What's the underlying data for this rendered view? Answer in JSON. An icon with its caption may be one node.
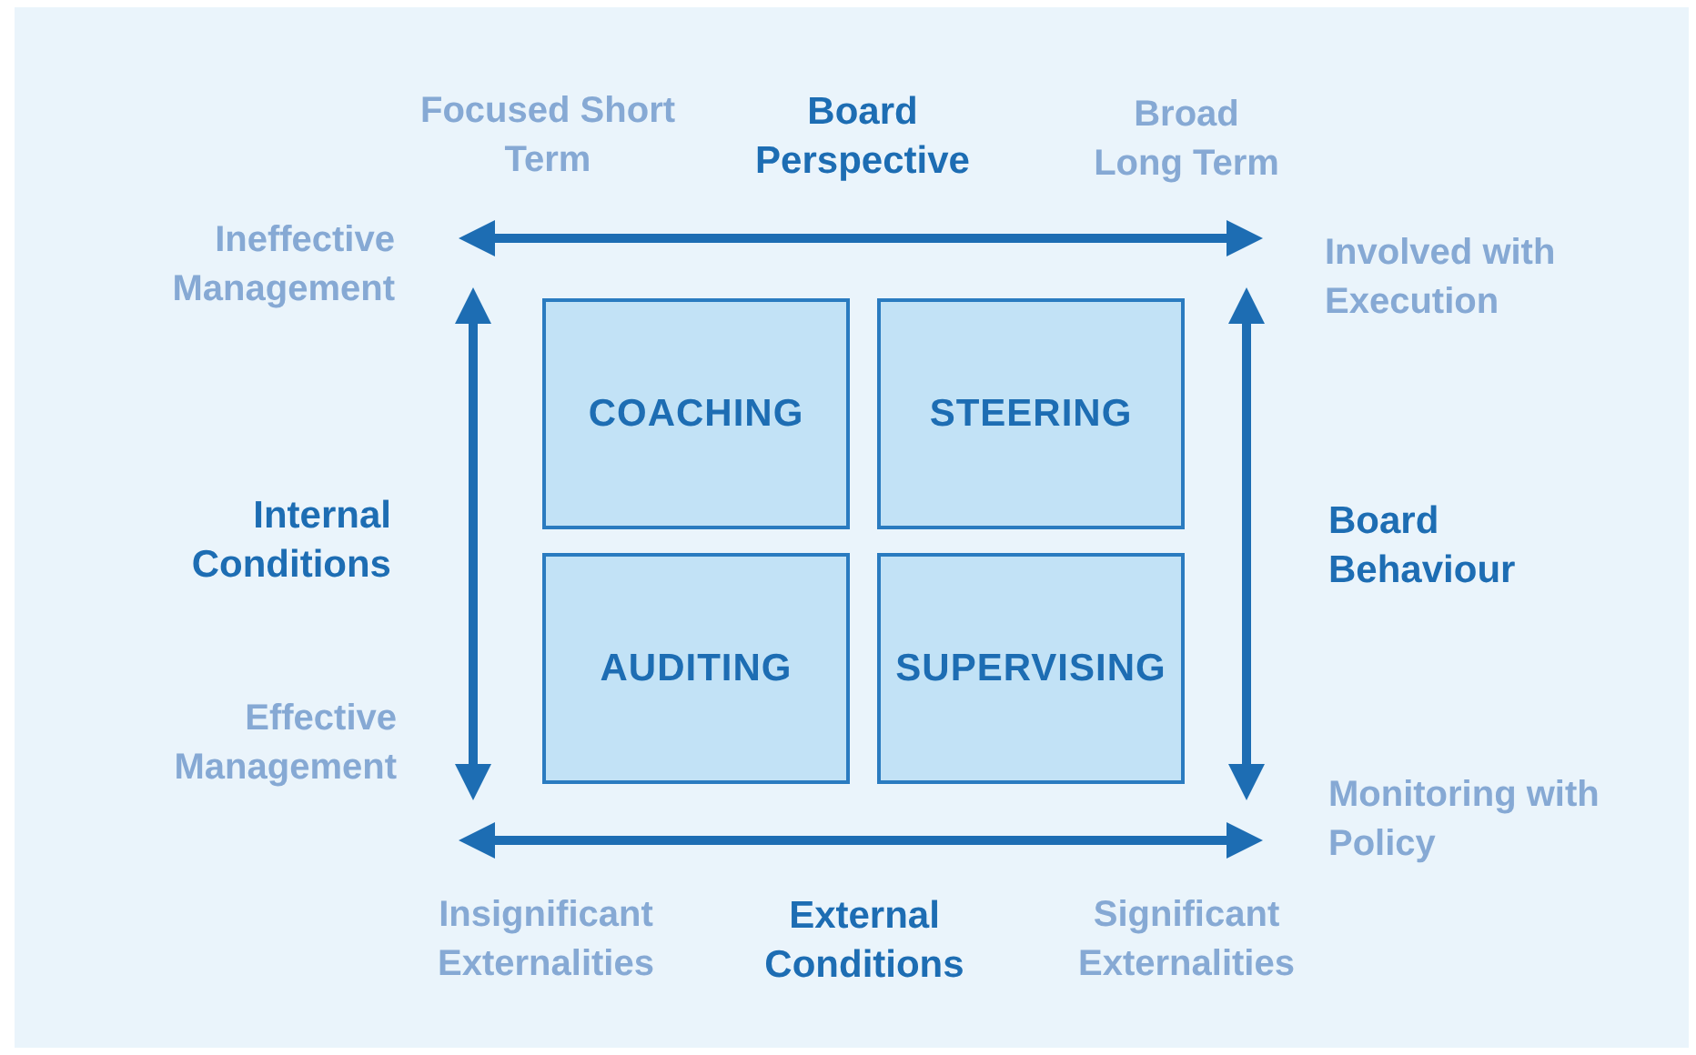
{
  "diagram": {
    "nodes": [
      {
        "text": [
          "COACHING"
        ]
      },
      {
        "text": [
          "STEERING"
        ]
      },
      {
        "text": [
          "AUDITING"
        ]
      },
      {
        "text": [
          "SUPERVISING"
        ]
      }
    ],
    "labels": [
      "Focused Short Term",
      "Board Perspective",
      "Broad Long Term",
      "Ineffective Management",
      "Involved with Execution",
      "Internal Conditions",
      "Board Behaviour",
      "Effective Management",
      "Monitoring with Policy",
      "Insignificant Externalities",
      "External Conditions",
      "Significant Externalities"
    ]
  }
}
